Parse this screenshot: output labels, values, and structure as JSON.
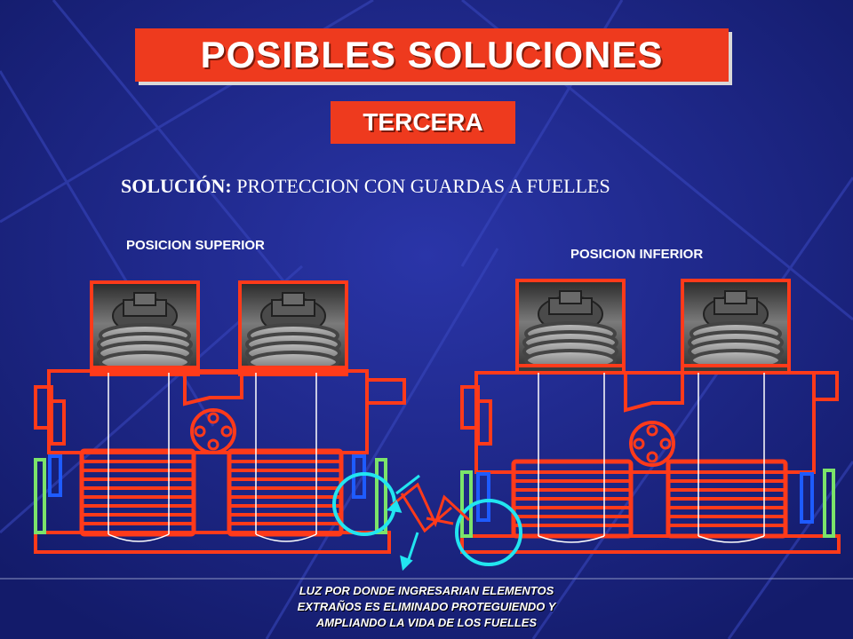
{
  "title": "POSIBLES SOLUCIONES",
  "subtitle": "TERCERA",
  "solution_label": "SOLUCIÓN:",
  "solution_text": "PROTECCION CON GUARDAS A FUELLES",
  "left_label": "POSICION SUPERIOR",
  "right_label": "POSICION INFERIOR",
  "caption": {
    "line1": "LUZ POR DONDE INGRESARIAN ELEMENTOS",
    "line2": "EXTRAÑOS ES ELIMINADO PROTEGUIENDO Y",
    "line3": "AMPLIANDO LA VIDA DE LOS FUELLES"
  },
  "colors": {
    "background": "#1a237e",
    "accent": "#ee3a1e",
    "diagram_red": "#ff3a1a",
    "guard_green": "#7be36a",
    "highlight_cyan": "#22e5f0",
    "rod_blue": "#1e5bff"
  }
}
